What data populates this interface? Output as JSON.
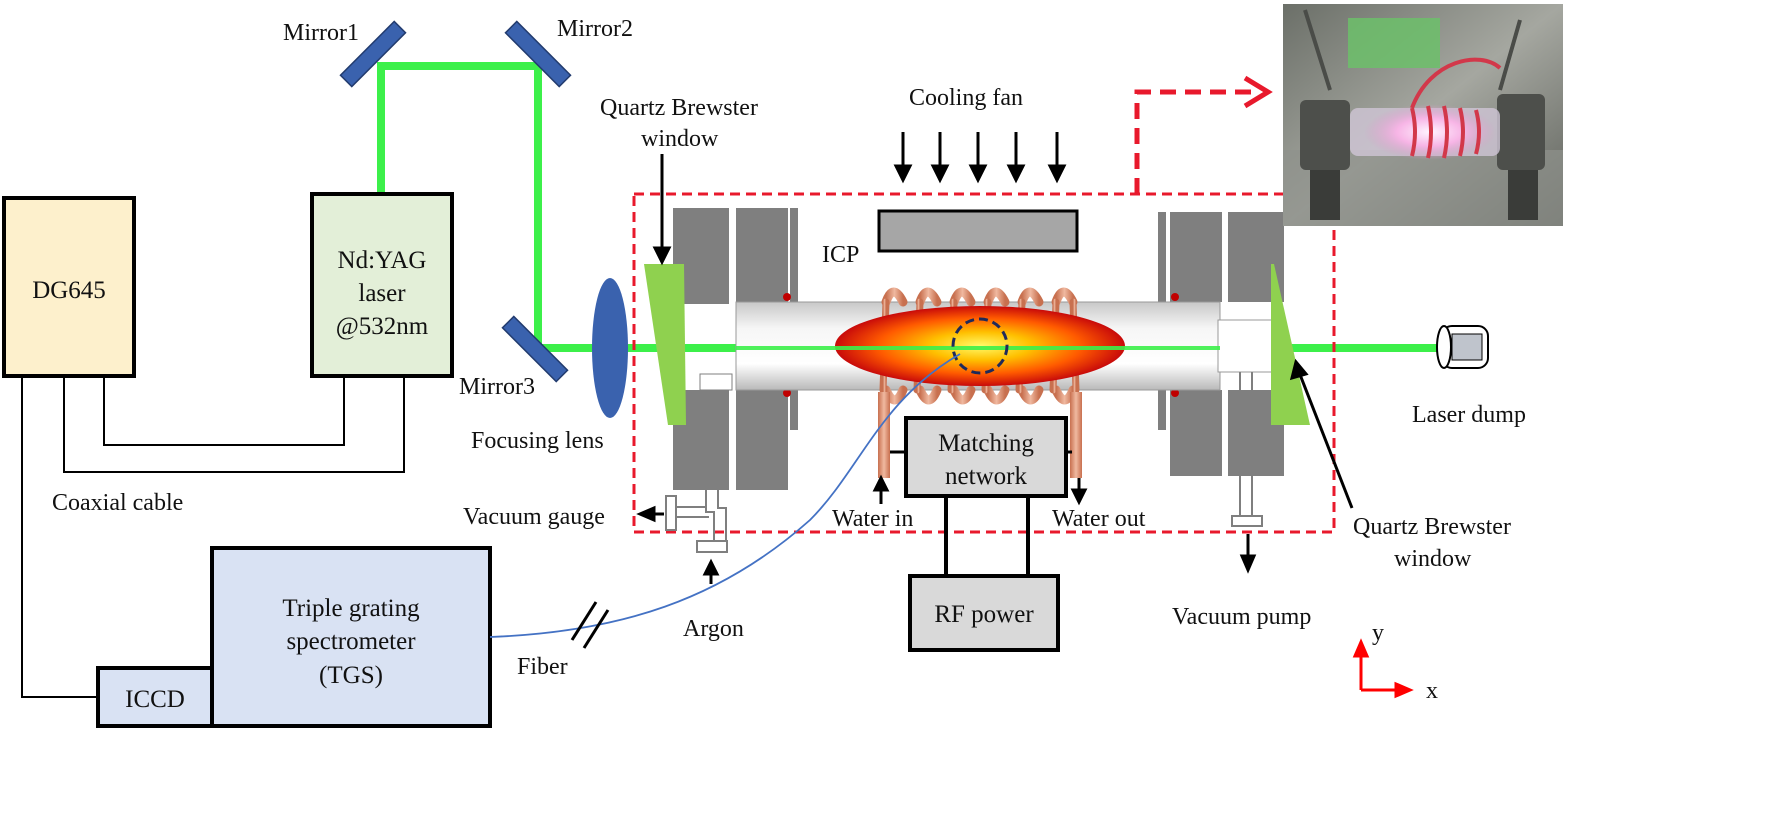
{
  "labels": {
    "mirror1": "Mirror1",
    "mirror2": "Mirror2",
    "mirror3": "Mirror3",
    "cooling_fan": "Cooling fan",
    "quartz_window_top_line1": "Quartz Brewster",
    "quartz_window_top_line2": "window",
    "icp": "ICP",
    "focusing_lens": "Focusing lens",
    "laser_dump": "Laser dump",
    "quartz_window_bottom_line1": "Quartz Brewster",
    "quartz_window_bottom_line2": "window",
    "vacuum_gauge": "Vacuum gauge",
    "water_in": "Water in",
    "water_out": "Water out",
    "vacuum_pump": "Vacuum pump",
    "argon": "Argon",
    "fiber": "Fiber",
    "coaxial_cable": "Coaxial cable",
    "axis_y": "y",
    "axis_x": "x"
  },
  "boxes": {
    "dg645": "DG645",
    "ndyag_line1": "Nd:YAG",
    "ndyag_line2": "laser",
    "ndyag_line3": "@532nm",
    "matching_line1": "Matching",
    "matching_line2": "network",
    "rf_power": "RF power",
    "tgs_line1": "Triple grating",
    "tgs_line2": "spectrometer",
    "tgs_line3": "(TGS)",
    "iccd": "ICCD"
  },
  "colors": {
    "laser_beam": "#3cf04a",
    "mirror": "#3a62ae",
    "lens": "#3a62ae",
    "dashed_box": "#e8192c",
    "box_dg645": "#fdf0cc",
    "box_ndyag": "#e3efd8",
    "box_grey": "#d9d9d9",
    "box_tgs": "#d9e2f3",
    "brewster_window": "#8fd14f",
    "coil": "#d98c6c",
    "fiber": "#4472c4"
  }
}
